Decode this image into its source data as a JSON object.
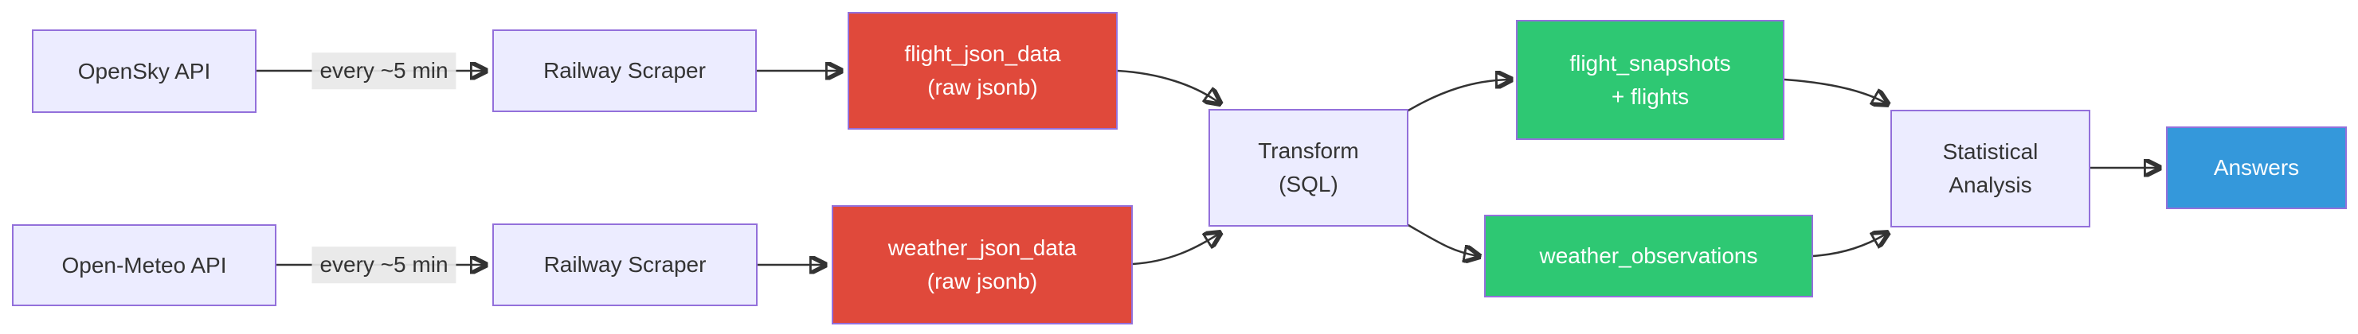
{
  "colors": {
    "background": "#FFFFFF",
    "process_fill": "#ECECFF",
    "node_border": "#9370DB",
    "raw_data_fill": "#E0493B",
    "table_fill": "#2EC873",
    "answers_fill": "#3498DB",
    "edge_label_bg": "#E8E8E8",
    "dark_text": "#333333",
    "light_text": "#FFFFFF",
    "arrow": "#333333"
  },
  "nodes": {
    "opensky": {
      "label": "OpenSky API"
    },
    "openmeteo": {
      "label": "Open-Meteo API"
    },
    "scraper_flight": {
      "label": "Railway Scraper"
    },
    "scraper_weather": {
      "label": "Railway Scraper"
    },
    "flight_json": {
      "line1": "flight_json_data",
      "line2": "(raw jsonb)"
    },
    "weather_json": {
      "line1": "weather_json_data",
      "line2": "(raw jsonb)"
    },
    "transform": {
      "line1": "Transform",
      "line2": "(SQL)"
    },
    "flight_tables": {
      "line1": "flight_snapshots",
      "line2": "+ flights"
    },
    "weather_obs": {
      "label": "weather_observations"
    },
    "stats": {
      "line1": "Statistical",
      "line2": "Analysis"
    },
    "answers": {
      "label": "Answers"
    }
  },
  "edges": {
    "flight_interval": {
      "label": "every ~5 min"
    },
    "weather_interval": {
      "label": "every ~5 min"
    }
  }
}
